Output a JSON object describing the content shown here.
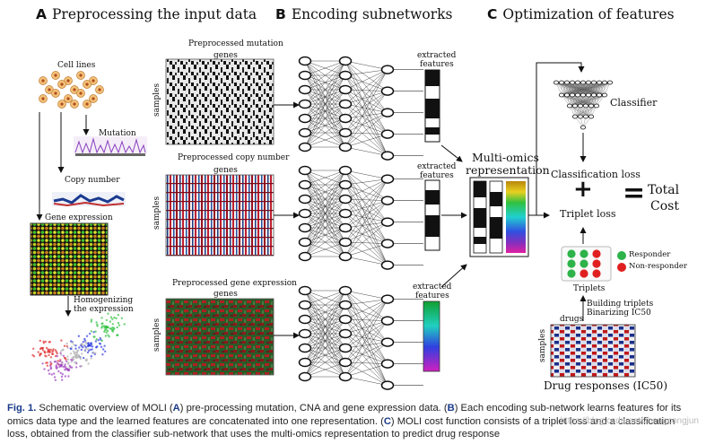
{
  "panels": {
    "a": {
      "letter": "A",
      "title": "Preprocessing the input data"
    },
    "b": {
      "letter": "B",
      "title": "Encoding subnetworks"
    },
    "c": {
      "letter": "C",
      "title": "Optimization of features"
    }
  },
  "a_labels": {
    "cell_lines": "Cell lines",
    "mutation": "Mutation",
    "copy_number": "Copy number",
    "gene_expression": "Gene expression",
    "homogenizing_1": "Homogenizing",
    "homogenizing_2": "the expression"
  },
  "b_labels": {
    "mutation_title": "Preprocessed mutation",
    "cna_title": "Preprocessed copy number",
    "expr_title": "Preprocessed gene expression",
    "genes": "genes",
    "samples": "samples",
    "extracted_1": "extracted",
    "extracted_2": "features",
    "multi_omics_1": "Multi-omics",
    "multi_omics_2": "representation"
  },
  "c_labels": {
    "classifier": "Classifier",
    "classification_loss": "Classification loss",
    "plus": "+",
    "triplet_loss": "Triplet loss",
    "equals": "=",
    "total": "Total",
    "cost": "Cost",
    "responder": "Responder",
    "non_responder": "Non-responder",
    "triplets": "Triplets",
    "building_triplets": "Building triplets",
    "binarizing": "Binarizing IC50",
    "drugs": "drugs",
    "samples": "samples",
    "drug_responses": "Drug responses (IC50)"
  },
  "colors": {
    "responder": "#2db34a",
    "non_responder": "#e02020",
    "caption_ref": "#1a3a8a"
  },
  "caption": {
    "fig": "Fig. 1.",
    "s1": " Schematic overview of MOLI (",
    "a": "A",
    "s2": ") pre-processing mutation, CNA and gene expression data. (",
    "b": "B",
    "s3": ") Each encoding sub-network learns features for its omics data type and the learned features are concatenated into one representation. (",
    "c": "C",
    "s4": ") MOLI cost function consists of a triplet loss and a classification loss, obtained from the classifier sub-network that uses the multi-omics representation to predict drug response"
  },
  "watermark": "https://blog.csdn.net/zhengcongjun"
}
